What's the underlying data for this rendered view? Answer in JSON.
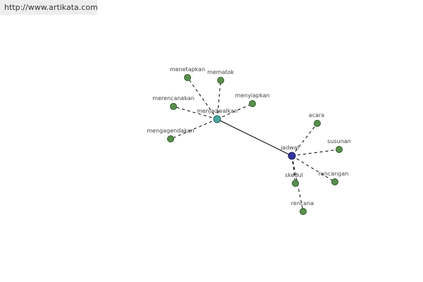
{
  "source_url": "http://www.artikata.com",
  "colors": {
    "leaf_fill": "#5a8f4e",
    "leaf_stroke": "#2f5a2a",
    "hub1_fill": "#4aa6a0",
    "hub1_stroke": "#22605c",
    "hub2_fill": "#34359a",
    "hub2_stroke": "#1a1b5a",
    "edge": "#000000"
  },
  "graph": {
    "hubs": [
      {
        "id": "menjadwalkan",
        "label": "menjadwalkan"
      },
      {
        "id": "jadwal",
        "label": "jadwal"
      }
    ],
    "leaves": [
      {
        "id": "menetapkan",
        "label": "menetapkan",
        "hub": "menjadwalkan"
      },
      {
        "id": "mematok",
        "label": "mematok",
        "hub": "menjadwalkan"
      },
      {
        "id": "merencanakan",
        "label": "merencanakan",
        "hub": "menjadwalkan"
      },
      {
        "id": "menyiapkan",
        "label": "menyiapkan",
        "hub": "menjadwalkan"
      },
      {
        "id": "mengagendakan",
        "label": "mengagendakan",
        "hub": "menjadwalkan"
      },
      {
        "id": "acara",
        "label": "acara",
        "hub": "jadwal"
      },
      {
        "id": "susunan",
        "label": "susunan",
        "hub": "jadwal"
      },
      {
        "id": "rancangan",
        "label": "rancangan",
        "hub": "jadwal"
      },
      {
        "id": "skedul",
        "label": "skedul",
        "hub": "jadwal"
      },
      {
        "id": "rencana",
        "label": "rencana",
        "hub": "jadwal"
      }
    ],
    "link": {
      "from": "menjadwalkan",
      "to": "jadwal"
    }
  }
}
